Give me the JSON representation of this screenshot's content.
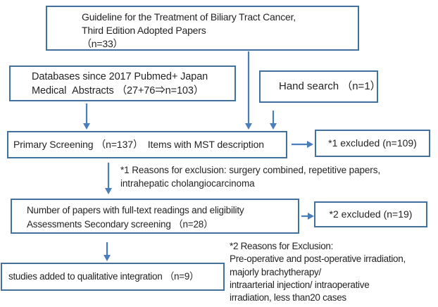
{
  "colors": {
    "box_border": "#41719c",
    "arrow": "#4a7ebb",
    "text": "#242424"
  },
  "boxes": {
    "adopted_papers": {
      "lines": [
        "Guideline for the Treatment of Biliary Tract Cancer,",
        "Third Edition Adopted Papers",
        "（n=33）"
      ]
    },
    "databases": {
      "lines": [
        "Databases since 2017 Pubmed+ Japan",
        "Medical  Abstracts （27+76⇒n=103）"
      ]
    },
    "hand_search": {
      "label": "Hand search （n=1）"
    },
    "primary_screening": {
      "label": "Primary Screening （n=137）　Items with MST description"
    },
    "excluded_1": {
      "label": "*1 excluded (n=109)"
    },
    "secondary_screening": {
      "lines": [
        "Number of papers with full-text readings and eligibility",
        "Assessments Secondary screening （n=28）"
      ]
    },
    "excluded_2": {
      "label": "*2 excluded (n=19)"
    },
    "qualitative_integration": {
      "label": "studies added to qualitative integration （n=9）"
    }
  },
  "notes": {
    "exclusion_reasons_1": {
      "lines": [
        "*1 Reasons for exclusion: surgery combined, repetitive papers,",
        "intrahepatic cholangiocarcinoma"
      ]
    },
    "exclusion_reasons_2": {
      "lines": [
        "*2 Reasons for Exclusion:",
        "Pre-operative and post-operative irradiation,",
        "majorly brachytherapy/",
        "intraarterial injection/ intraoperative",
        "irradiation, less than20 cases"
      ]
    }
  },
  "edges": [
    {
      "from": "adopted_papers",
      "to": "primary_screening"
    },
    {
      "from": "databases",
      "to": "primary_screening"
    },
    {
      "from": "hand_search",
      "to": "primary_screening"
    },
    {
      "from": "primary_screening",
      "to": "excluded_1"
    },
    {
      "from": "primary_screening",
      "to": "secondary_screening"
    },
    {
      "from": "secondary_screening",
      "to": "excluded_2"
    },
    {
      "from": "secondary_screening",
      "to": "qualitative_integration"
    }
  ]
}
